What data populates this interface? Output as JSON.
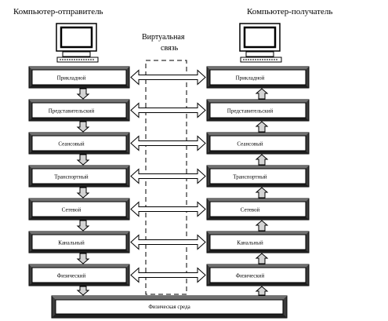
{
  "sender_title": "Компьютер-отправитель",
  "receiver_title": "Компьютер-получатель",
  "virtual_link": {
    "line1": "Виртуальная",
    "line2": "связь"
  },
  "layers": [
    {
      "sender": "Прикладной",
      "receiver": "Прикладной"
    },
    {
      "sender": "Представительский",
      "receiver": "Представительский"
    },
    {
      "sender": "Сеансовый",
      "receiver": "Сеансовый"
    },
    {
      "sender": "Транспортный",
      "receiver": "Транспортный"
    },
    {
      "sender": "Сетевой",
      "receiver": "Сетевой"
    },
    {
      "sender": "Канальный",
      "receiver": "Канальный"
    },
    {
      "sender": "Физический",
      "receiver": "Физический"
    }
  ],
  "physical_medium": "Физическая среда",
  "icons": {
    "sender": "computer-monitor-icon",
    "receiver": "computer-monitor-icon"
  },
  "colors": {
    "stroke": "#000000",
    "bevel_dark": "#404040",
    "bevel_light": "#c8c8c8",
    "arrow_fill": "#d4d4d4"
  }
}
